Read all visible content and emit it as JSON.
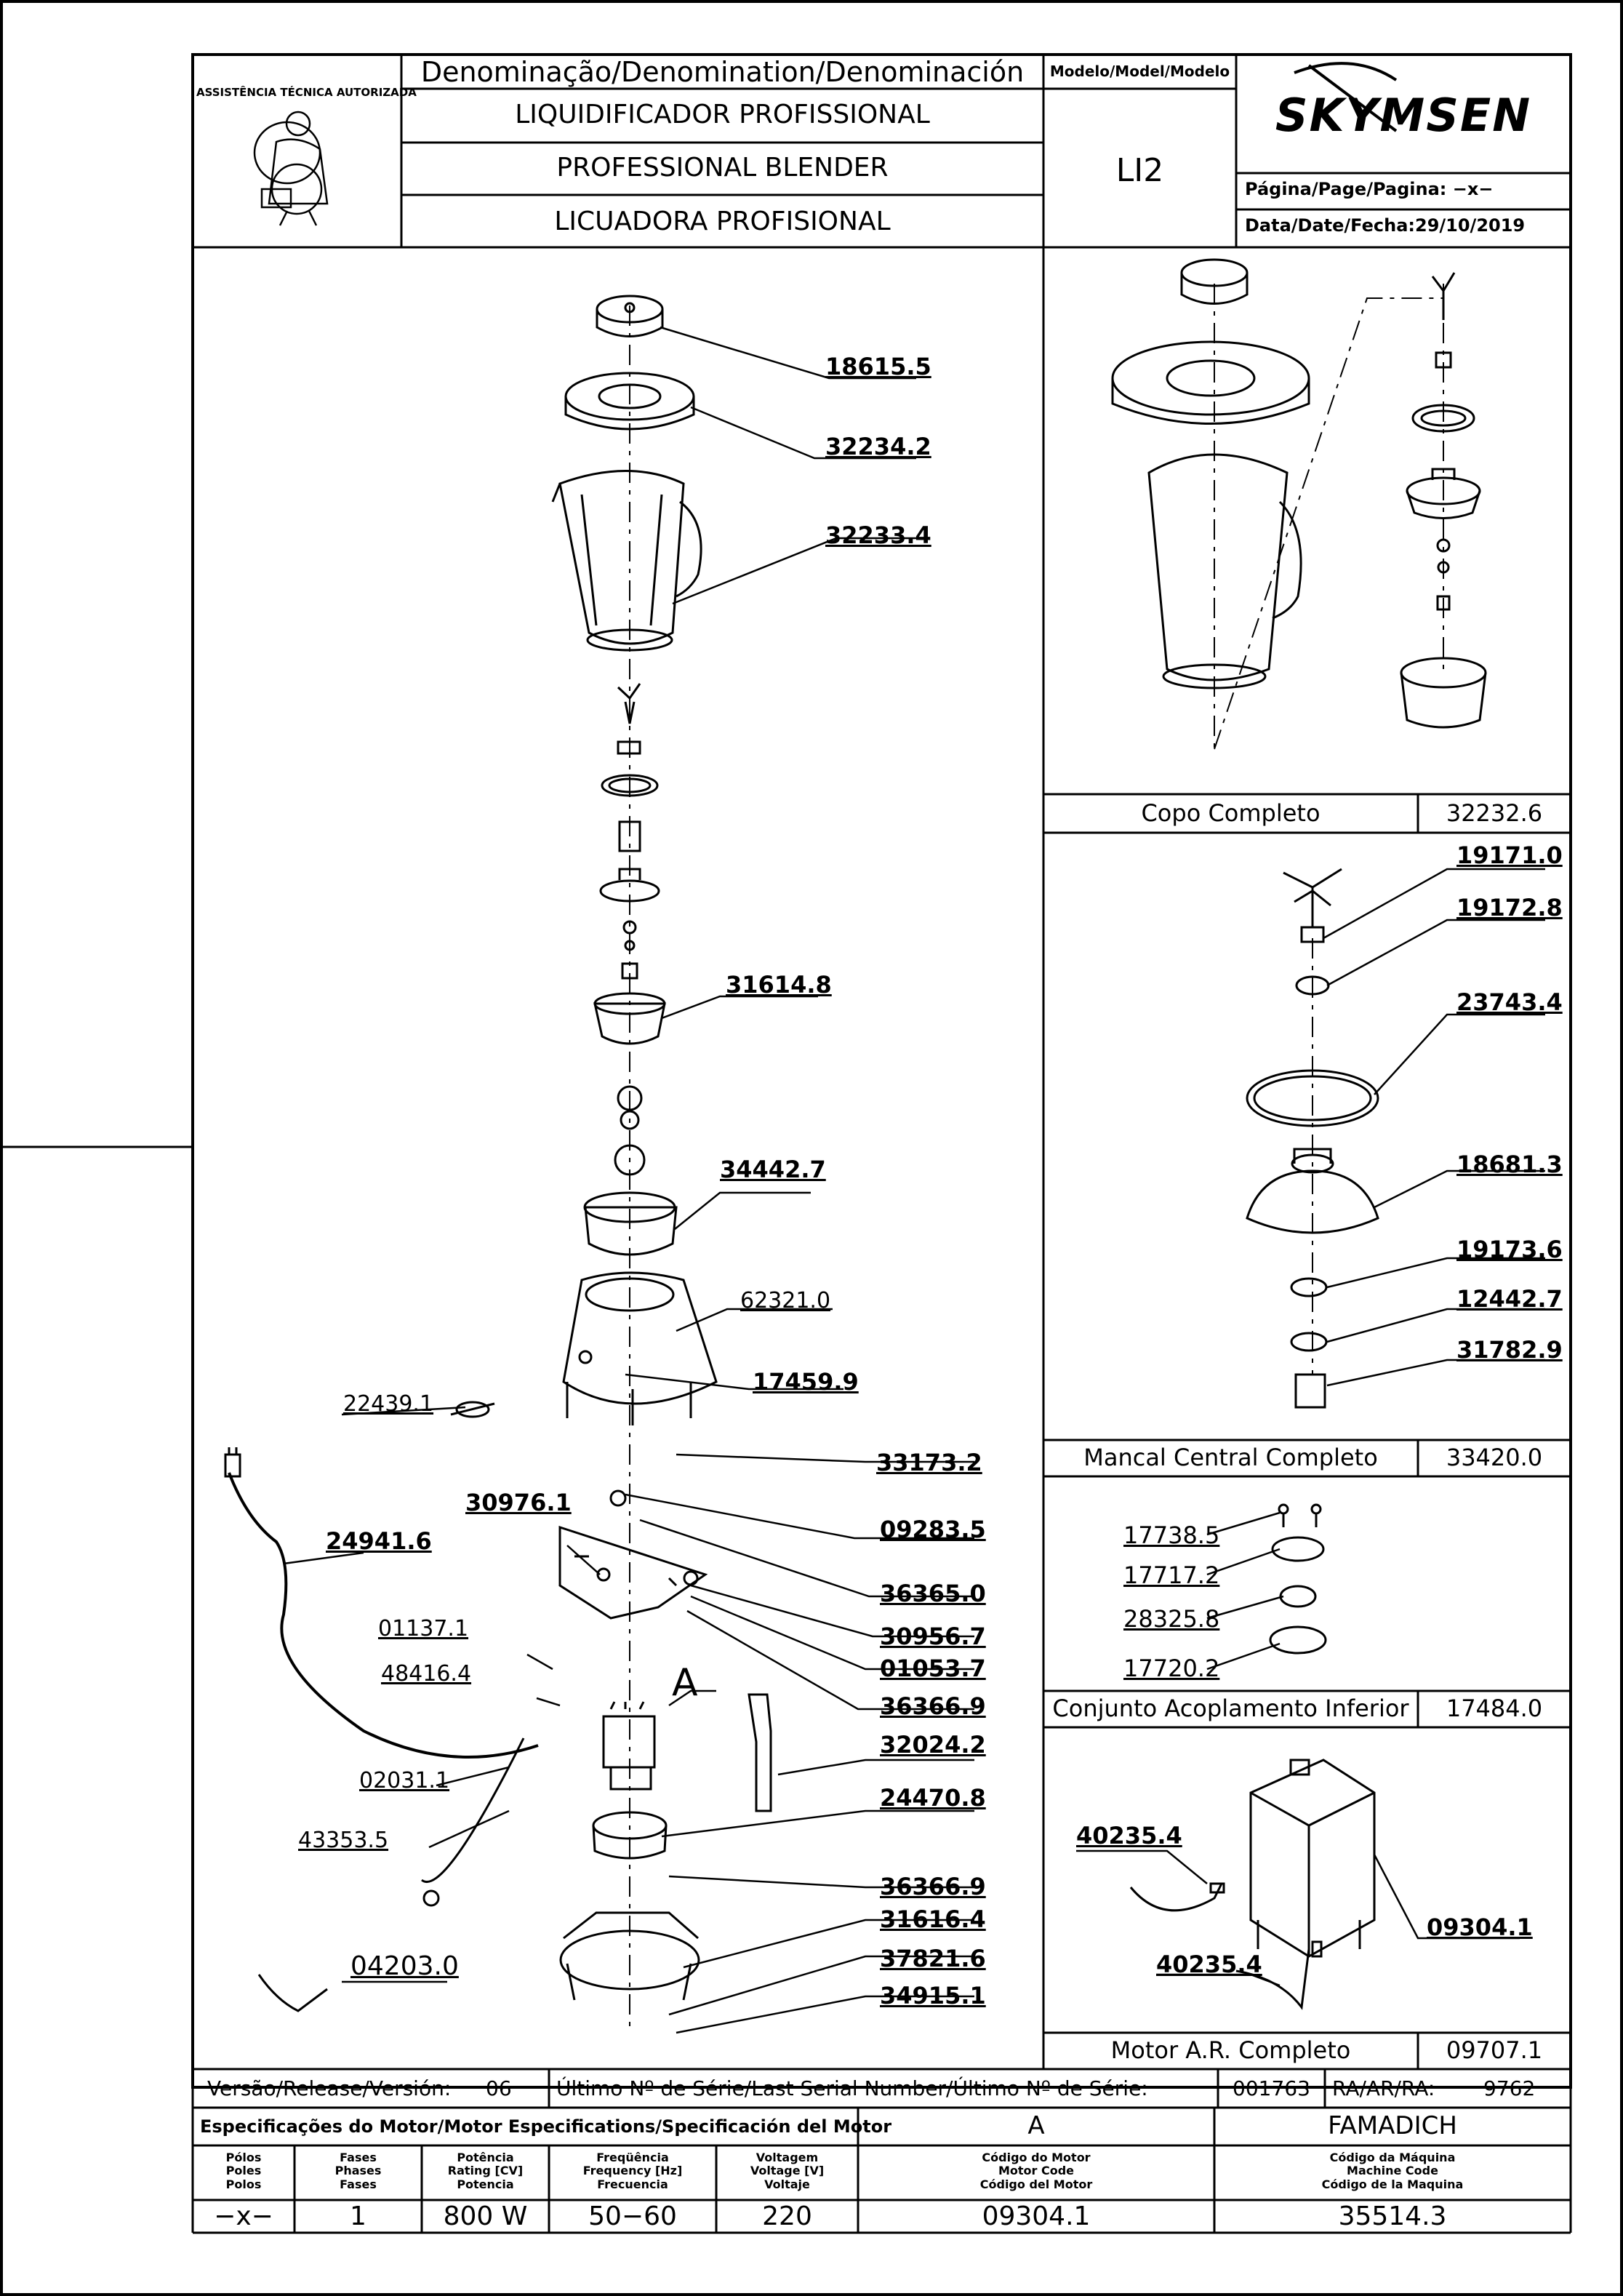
{
  "header": {
    "seal_text": "ASSISTÊNCIA TÉCNICA AUTORIZADA",
    "denomination_label": "Denominação/Denomination/Denominación",
    "name_pt": "LIQUIDIFICADOR  PROFISSIONAL",
    "name_en": "PROFESSIONAL  BLENDER",
    "name_es": "LICUADORA  PROFISIONAL",
    "model_label": "Modelo/Model/Modelo",
    "model_value": "LI2",
    "brand": "SKYMSEN",
    "page_label": "Página/Page/Pagina: −x−",
    "date_label": "Data/Date/Fecha:29/10/2019"
  },
  "main_parts": [
    "18615.5",
    "32234.2",
    "32233.4",
    "31614.8",
    "34442.7",
    "62321.0",
    "17459.9",
    "22439.1",
    "33173.2",
    "30976.1",
    "09283.5",
    "24941.6",
    "36365.0",
    "01137.1",
    "30956.7",
    "48416.4",
    "01053.7",
    "36366.9",
    "A",
    "32024.2",
    "02031.1",
    "24470.8",
    "43353.5",
    "36366.9",
    "31616.4",
    "37821.6",
    "04203.0",
    "34915.1"
  ],
  "panels": [
    {
      "caption": "Copo  Completo",
      "code": "32232.6",
      "parts": []
    },
    {
      "caption": "Mancal  Central  Completo",
      "code": "33420.0",
      "parts": [
        "19171.0",
        "19172.8",
        "23743.4",
        "18681.3",
        "19173.6",
        "12442.7",
        "31782.9"
      ]
    },
    {
      "caption": "Conjunto  Acoplamento  Inferior",
      "code": "17484.0",
      "parts": [
        "17738.5",
        "17717.2",
        "28325.8",
        "17720.2"
      ]
    },
    {
      "caption": "Motor  A.R.  Completo",
      "code": "09707.1",
      "parts": [
        "40235.4",
        "09304.1",
        "40235.4"
      ]
    }
  ],
  "footer": {
    "release_label": "Versão/Release/Versión:",
    "release_value": "06",
    "serial_label": "Último  Nº  de  Série/Last  Serial  Number/Último  Nº  de  Série:",
    "serial_value": "001763",
    "ra_label": "RA/AR/RA:",
    "ra_value": "9762",
    "motor_spec_label": "Especificações do Motor/Motor Especifications/Specificación del Motor",
    "motor_letter": "A",
    "machine_brand": "FAMADICH",
    "headers": [
      "Pólos\nPoles\nPolos",
      "Fases\nPhases\nFases",
      "Potência\nRating [CV]\nPotencia",
      "Freqüência\nFrequency [Hz]\nFrecuencia",
      "Voltagem\nVoltage [V]\nVoltaje",
      "Código do Motor\nMotor Code\nCódigo del Motor",
      "Código da Máquina\nMachine Code\nCódigo de la Maquina"
    ],
    "values": [
      "−x−",
      "1",
      "800  W",
      "50−60",
      "220",
      "09304.1",
      "35514.3"
    ]
  }
}
